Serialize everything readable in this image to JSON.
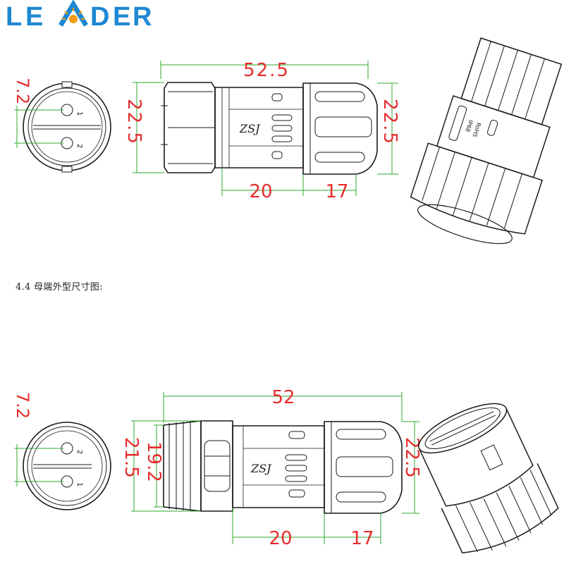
{
  "brand": {
    "logo_text": "LEADER",
    "colors": {
      "blue": "#1e88d2",
      "orange": "#f39c12"
    }
  },
  "section_caption": "4.4  母端外型尺寸图:",
  "male_view": {
    "front_dim": "7.2",
    "pin1": "1",
    "pin2": "2",
    "length_total": "52.5",
    "height_left": "22.5",
    "height_right": "22.5",
    "seg_left": "20",
    "seg_right": "17",
    "body_logo": "ZSJ",
    "iso_label_1": "IP68",
    "iso_label_2": "RoHS"
  },
  "female_view": {
    "front_dim": "7.2",
    "pin1": "1",
    "pin2": "2",
    "length_total": "52",
    "height_outer": "21.5",
    "height_inner": "19.2",
    "height_right": "22.5",
    "seg_left": "20",
    "seg_right": "17",
    "body_logo": "ZSJ"
  },
  "dimension_color": "#e52d2d",
  "extension_line_color": "#2fa82f"
}
